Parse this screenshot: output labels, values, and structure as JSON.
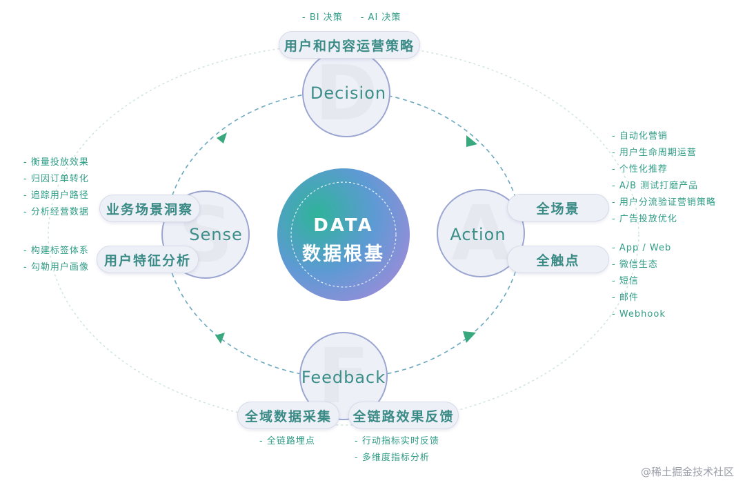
{
  "center": {
    "line1": "DATA",
    "line2": "数据根基"
  },
  "nodes": {
    "decision": {
      "letter": "D",
      "label": "Decision"
    },
    "action": {
      "letter": "A",
      "label": "Action"
    },
    "feedback": {
      "letter": "F",
      "label": "Feedback"
    },
    "sense": {
      "letter": "S",
      "label": "Sense"
    }
  },
  "pills": {
    "decision_strategy": "用户和内容运营策略",
    "full_scene": "全场景",
    "full_touch": "全触点",
    "data_collection": "全域数据采集",
    "feedback_chain": "全链路效果反馈",
    "scene_insight": "业务场景洞察",
    "user_feature": "用户特征分析"
  },
  "notes": {
    "decision_top": [
      "BI 决策",
      "AI 决策"
    ],
    "action_scene": [
      "自动化营销",
      "用户生命周期运营",
      "个性化推荐",
      "A/B 测试打磨产品",
      "用户分流验证营销策略",
      "广告投放优化"
    ],
    "action_touch": [
      "App / Web",
      "微信生态",
      "短信",
      "邮件",
      "Webhook"
    ],
    "sense_scene": [
      "衡量投放效果",
      "归因订单转化",
      "追踪用户路径",
      "分析经营数据"
    ],
    "sense_user": [
      "构建标签体系",
      "勾勒用户画像"
    ],
    "feedback_collect": [
      "全链路埋点"
    ],
    "feedback_chain": [
      "行动指标实时反馈",
      "多维度指标分析"
    ]
  },
  "watermark": "@稀土掘金技术社区",
  "colors": {
    "accent": "#3c8e89",
    "note": "#2f9c86",
    "pill_bg": "#eef0f8",
    "node_border": "#9aa5d0"
  }
}
